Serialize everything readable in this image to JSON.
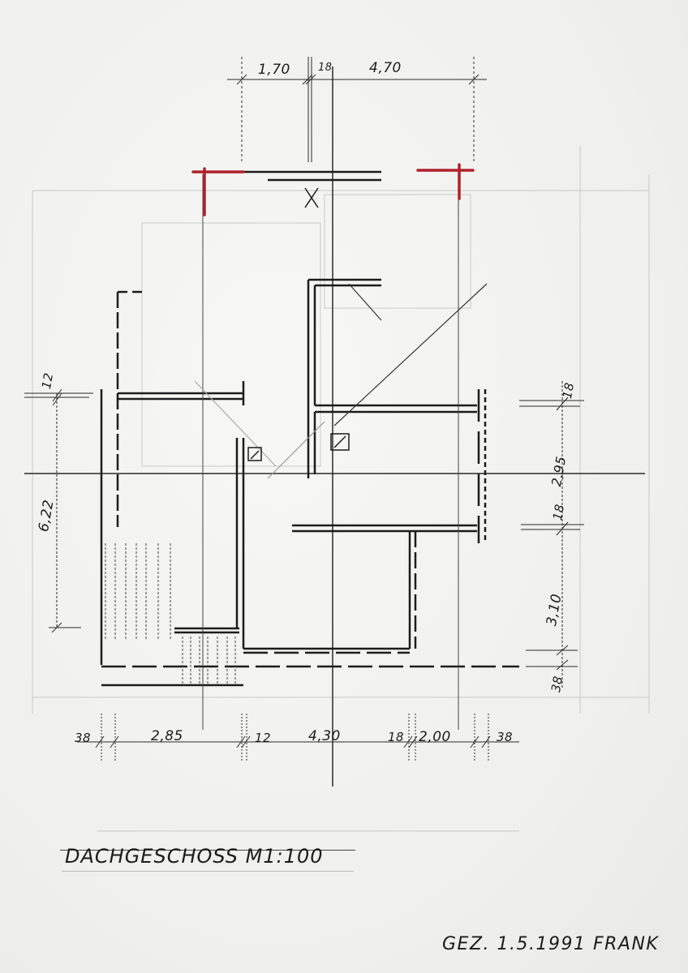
{
  "drawing": {
    "title": "DACHGESCHOSS  M1:100",
    "signature": "GEZ. 1.5.1991 FRANK",
    "accent_color": "#b0202c",
    "line_color": "#1c1c1c"
  },
  "dimensions": {
    "top": [
      "1,70",
      "18",
      "4,70"
    ],
    "left": [
      "12",
      "6,22"
    ],
    "right": [
      "18",
      "2,95",
      "18",
      "3,10",
      "38"
    ],
    "bottom": [
      "38",
      "2,85",
      "12",
      "4,30",
      "18",
      "2,00",
      "38"
    ]
  }
}
